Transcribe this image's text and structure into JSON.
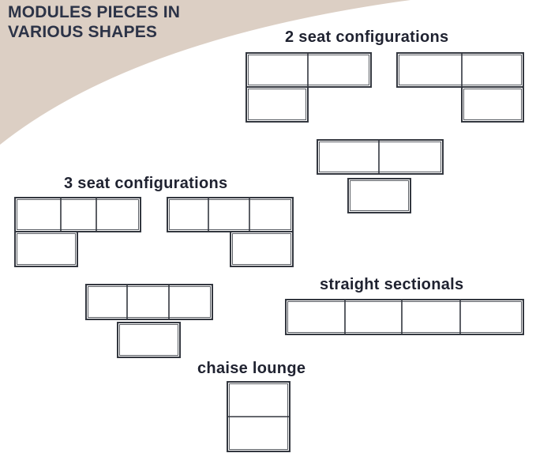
{
  "title": {
    "line1": "MODULES PIECES IN",
    "line2": "VARIOUS SHAPES"
  },
  "sections": {
    "two_seat": "2 seat configurations",
    "three_seat": "3 seat configurations",
    "straight": "straight sectionals",
    "chaise": "chaise lounge"
  },
  "colors": {
    "background": "#ffffff",
    "corner_swoosh": "#dccfc4",
    "module_outline": "#33373f",
    "title_text": "#2c3347"
  }
}
